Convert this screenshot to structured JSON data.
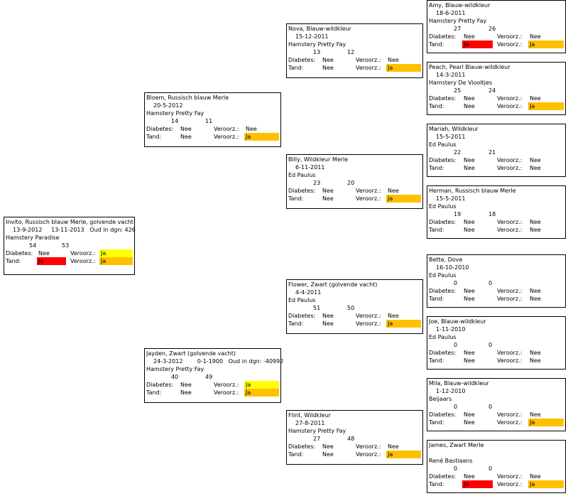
{
  "labels": {
    "diabetes": "Diabetes:",
    "tand": "Tand:",
    "veroorz": "Veroorz.:"
  },
  "colors": {
    "yellow": "#ffff00",
    "orange": "#ffc000",
    "red": "#ff0000"
  },
  "animals": [
    {
      "name": "Invito, Russisch blauw Merle, golvende vacht",
      "dates": "13-9-2012     13-11-2013   Oud in dgn: 426",
      "breeder": "Hamstery Paradise",
      "num1": "54",
      "num2": "53",
      "diabetes": "Nee",
      "diabetes_color": "",
      "diabetes_veroorz": "Ja",
      "diabetes_veroorz_color": "#ffff00",
      "tand": "Ja",
      "tand_color": "#ff0000",
      "tand_veroorz": "Ja",
      "tand_veroorz_color": "#ffc000"
    },
    {
      "name": "Bloem, Russisch blauw Merle",
      "dates": "20-5-2012",
      "breeder": "Hamstery Pretty Fay",
      "num1": "14",
      "num2": "11",
      "diabetes": "Nee",
      "diabetes_color": "",
      "diabetes_veroorz": "Nee",
      "diabetes_veroorz_color": "",
      "tand": "Nee",
      "tand_color": "",
      "tand_veroorz": "Ja",
      "tand_veroorz_color": "#ffc000"
    },
    {
      "name": "Jayden, Zwart (golvende vacht)",
      "dates": "24-3-2012        0-1-1900   Oud in dgn: -40992",
      "breeder": "Hamstery Pretty Fay",
      "num1": "40",
      "num2": "49",
      "diabetes": "Nee",
      "diabetes_color": "",
      "diabetes_veroorz": "Ja",
      "diabetes_veroorz_color": "#ffff00",
      "tand": "Nee",
      "tand_color": "",
      "tand_veroorz": "Ja",
      "tand_veroorz_color": "#ffc000"
    },
    {
      "name": "Nova, Blauw-wildkleur",
      "dates": "15-12-2011",
      "breeder": "Hamstery Pretty Fay",
      "num1": "13",
      "num2": "12",
      "diabetes": "Nee",
      "diabetes_color": "",
      "diabetes_veroorz": "Nee",
      "diabetes_veroorz_color": "",
      "tand": "Nee",
      "tand_color": "",
      "tand_veroorz": "Ja",
      "tand_veroorz_color": "#ffc000"
    },
    {
      "name": "Billy, Wildkleur Merle",
      "dates": "6-11-2011",
      "breeder": "Ed Paulus",
      "num1": "23",
      "num2": "20",
      "diabetes": "Nee",
      "diabetes_color": "",
      "diabetes_veroorz": "Nee",
      "diabetes_veroorz_color": "",
      "tand": "Nee",
      "tand_color": "",
      "tand_veroorz": "Ja",
      "tand_veroorz_color": "#ffc000"
    },
    {
      "name": "Flower, Zwart (golvende vacht)",
      "dates": "4-4-2011",
      "breeder": "Ed Paulus",
      "num1": "51",
      "num2": "50",
      "diabetes": "Nee",
      "diabetes_color": "",
      "diabetes_veroorz": "Nee",
      "diabetes_veroorz_color": "",
      "tand": "Nee",
      "tand_color": "",
      "tand_veroorz": "Ja",
      "tand_veroorz_color": "#ffc000"
    },
    {
      "name": "Flint, Wildkleur",
      "dates": "27-8-2011",
      "breeder": "Hamstery Pretty Fay",
      "num1": "27",
      "num2": "48",
      "diabetes": "Nee",
      "diabetes_color": "",
      "diabetes_veroorz": "Nee",
      "diabetes_veroorz_color": "",
      "tand": "Nee",
      "tand_color": "",
      "tand_veroorz": "Ja",
      "tand_veroorz_color": "#ffc000"
    },
    {
      "name": "Amy, Blauw-wildkleur",
      "dates": "18-6-2011",
      "breeder": "Hamstery Pretty Fay",
      "num1": "27",
      "num2": "26",
      "diabetes": "Nee",
      "diabetes_color": "",
      "diabetes_veroorz": "Nee",
      "diabetes_veroorz_color": "",
      "tand": "Ja",
      "tand_color": "#ff0000",
      "tand_veroorz": "Ja",
      "tand_veroorz_color": "#ffc000"
    },
    {
      "name": "Peach, Pearl Blauw-wildkleur",
      "dates": "14-3-2011",
      "breeder": "Hamstery De Viooltjes",
      "num1": "25",
      "num2": "24",
      "diabetes": "Nee",
      "diabetes_color": "",
      "diabetes_veroorz": "Nee",
      "diabetes_veroorz_color": "",
      "tand": "Nee",
      "tand_color": "",
      "tand_veroorz": "Ja",
      "tand_veroorz_color": "#ffc000"
    },
    {
      "name": "Mariah, Wildkleur",
      "dates": "15-5-2011",
      "breeder": "Ed Paulus",
      "num1": "22",
      "num2": "21",
      "diabetes": "Nee",
      "diabetes_color": "",
      "diabetes_veroorz": "Nee",
      "diabetes_veroorz_color": "",
      "tand": "Nee",
      "tand_color": "",
      "tand_veroorz": "Nee",
      "tand_veroorz_color": ""
    },
    {
      "name": "Herman, Russisch blauw Merle",
      "dates": "15-5-2011",
      "breeder": "Ed Paulus",
      "num1": "19",
      "num2": "18",
      "diabetes": "Nee",
      "diabetes_color": "",
      "diabetes_veroorz": "Nee",
      "diabetes_veroorz_color": "",
      "tand": "Nee",
      "tand_color": "",
      "tand_veroorz": "Nee",
      "tand_veroorz_color": ""
    },
    {
      "name": "Bette, Dove",
      "dates": "16-10-2010",
      "breeder": "Ed Paulus",
      "num1": "0",
      "num2": "0",
      "diabetes": "Nee",
      "diabetes_color": "",
      "diabetes_veroorz": "Nee",
      "diabetes_veroorz_color": "",
      "tand": "Nee",
      "tand_color": "",
      "tand_veroorz": "Nee",
      "tand_veroorz_color": ""
    },
    {
      "name": "Joe, Blauw-wildkleur",
      "dates": "1-11-2010",
      "breeder": "Ed Paulus",
      "num1": "0",
      "num2": "0",
      "diabetes": "Nee",
      "diabetes_color": "",
      "diabetes_veroorz": "Nee",
      "diabetes_veroorz_color": "",
      "tand": "Nee",
      "tand_color": "",
      "tand_veroorz": "Nee",
      "tand_veroorz_color": ""
    },
    {
      "name": "Mila, Blauw-wildkleur",
      "dates": "1-12-2010",
      "breeder": "Beijaars",
      "num1": "0",
      "num2": "0",
      "diabetes": "Nee",
      "diabetes_color": "",
      "diabetes_veroorz": "Nee",
      "diabetes_veroorz_color": "",
      "tand": "Nee",
      "tand_color": "",
      "tand_veroorz": "Ja",
      "tand_veroorz_color": "#ffc000"
    },
    {
      "name": "James, Zwart Merle",
      "dates": "",
      "breeder": "René Bastiaans",
      "num1": "0",
      "num2": "0",
      "diabetes": "Nee",
      "diabetes_color": "",
      "diabetes_veroorz": "Nee",
      "diabetes_veroorz_color": "",
      "tand": "Ja",
      "tand_color": "#ff0000",
      "tand_veroorz": "Ja",
      "tand_veroorz_color": "#ffc000"
    }
  ]
}
